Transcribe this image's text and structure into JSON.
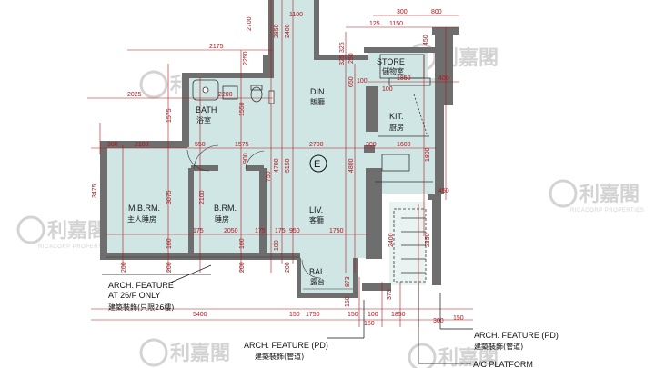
{
  "unit_label": "E",
  "rooms": {
    "store": {
      "en": "STORE",
      "zh": "儲物室"
    },
    "din": {
      "en": "DIN.",
      "zh": "飯廳"
    },
    "bath": {
      "en": "BATH",
      "zh": "浴室"
    },
    "kit": {
      "en": "KIT.",
      "zh": "廚房"
    },
    "mbrm": {
      "en": "M.B.RM.",
      "zh": "主人睡房"
    },
    "brm": {
      "en": "B.RM.",
      "zh": "睡房"
    },
    "liv": {
      "en": "LIV.",
      "zh": "客廳"
    },
    "bal": {
      "en": "BAL.",
      "zh": "露台"
    }
  },
  "notes": {
    "arch26_en1": "ARCH. FEATURE",
    "arch26_en2": "AT 26/F ONLY",
    "arch26_zh": "建築裝飾(只限26樓)",
    "archpd_right_en": "ARCH. FEATURE (PD)",
    "archpd_right_zh": "建築裝飾(管道)",
    "archpd_bottom_en": "ARCH. FEATURE (PD)",
    "archpd_bottom_zh": "建築裝飾(管道)",
    "ac_en": "A/C PLATFORM"
  },
  "dimensions": {
    "d300_top": "300",
    "d800_top": "800",
    "d125": "125",
    "d1150": "1150",
    "d450_top": "450",
    "d2700_top": "2700",
    "d1100": "1100",
    "d2850": "2850",
    "d2400_top": "2400",
    "d2175": "2175",
    "d2250": "2250",
    "d325": "325",
    "d325b": "325",
    "d250": "250",
    "d650": "650",
    "d1850": "1850",
    "d100_store": "100",
    "d400": "400",
    "d100_kit": "100",
    "d2025": "2025",
    "d2200": "2200",
    "d1575_left": "1575",
    "d1550": "1550",
    "d300_left": "300",
    "d2100_a": "2100",
    "d550": "550",
    "d1575_mid": "1575",
    "d2700_mid": "2700",
    "d300_kit": "300",
    "d1600": "1600",
    "d1800": "1800",
    "d3475": "3475",
    "d3075": "3075",
    "d2100_b": "2100",
    "d750": "750",
    "d900": "900",
    "d4700": "4700",
    "d5150": "5150",
    "d4800": "4800",
    "d175_a": "175",
    "d175_b": "175",
    "d175_c": "175",
    "d2050": "2050",
    "d950": "950",
    "d1750": "1750",
    "d450_right": "450",
    "d2400_right": "2400",
    "d2350": "2350",
    "d200_a": "200",
    "d100_a": "100",
    "d200_b": "200",
    "d100_b": "100",
    "d200_c": "200",
    "d100_c": "100",
    "d200_d": "200",
    "d873": "873",
    "d150_bal": "150",
    "d373": "373",
    "d5400": "5400",
    "d150_bot": "150",
    "d1750_bot": "1750",
    "d150_b2": "150",
    "d100_bot": "100",
    "d1850_bot": "1850",
    "d300_bot": "300",
    "d150_r": "150"
  },
  "watermark": {
    "cn": "利嘉閣",
    "en": "RICACORP PROPERTIES"
  },
  "colors": {
    "floor": "#cfe6e4",
    "wall": "#6e6e6e",
    "dimension": "#b0141c",
    "watermark": "#cfcfcf"
  }
}
